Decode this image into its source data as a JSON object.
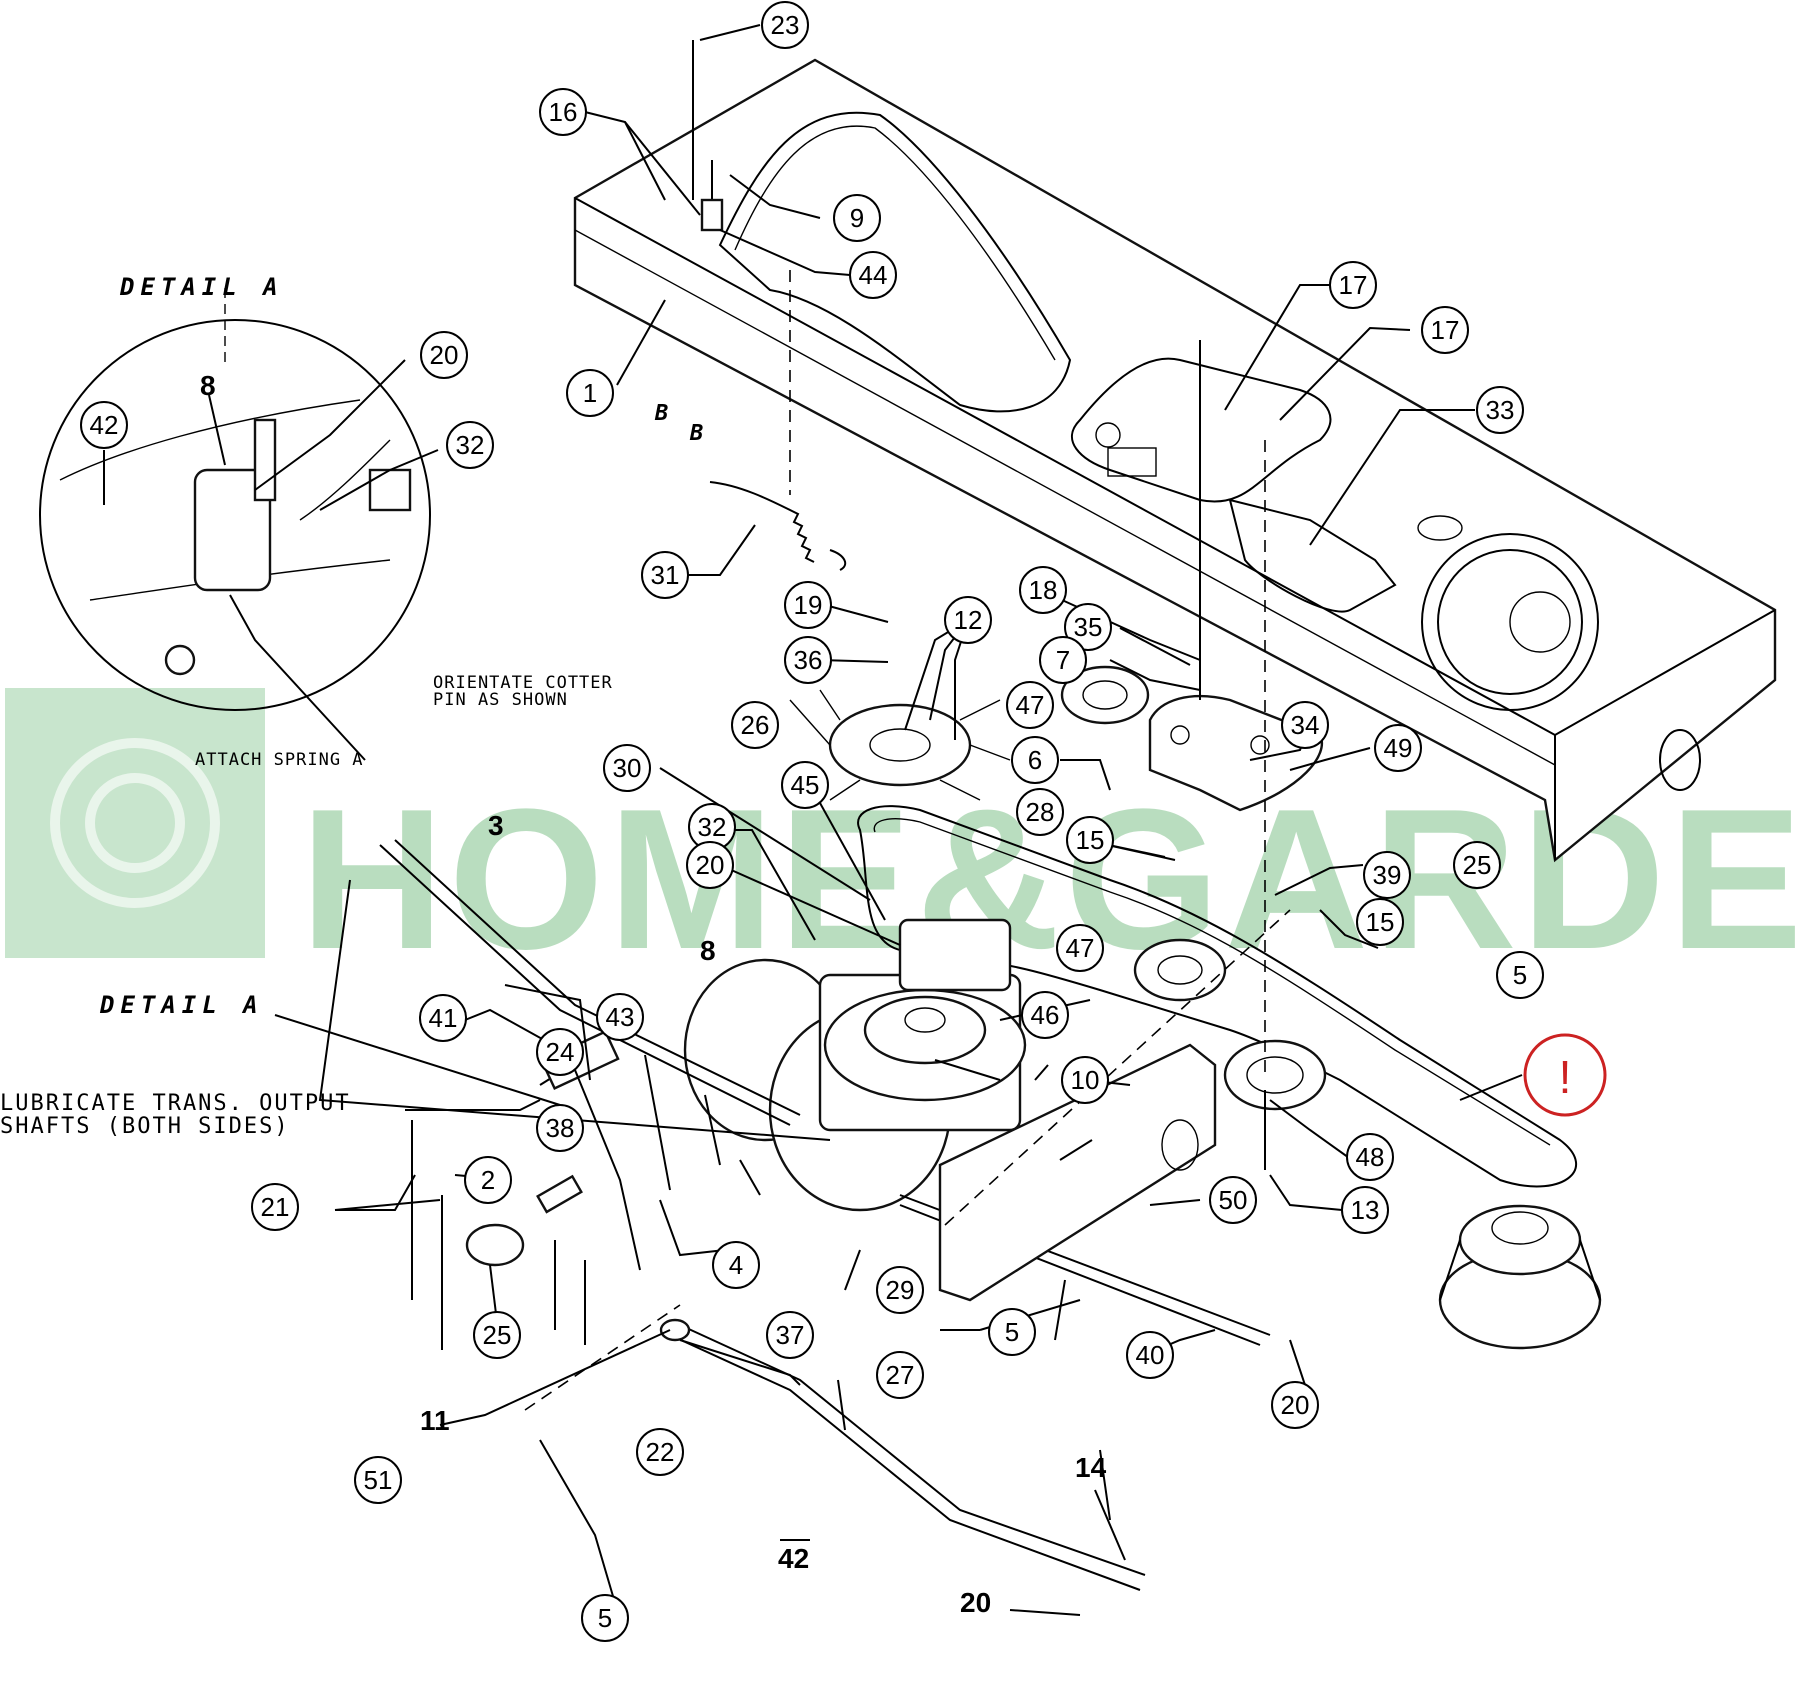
{
  "watermark": {
    "text": "HOME&GARDEN"
  },
  "notes": {
    "detail_a_top": "DETAIL A",
    "detail_a_main": "DETAIL A",
    "attach_spring": "ATTACH SPRING A",
    "orientate_line1": "ORIENTATE COTTER",
    "orientate_line2": "PIN AS SHOWN",
    "lubricate_line1": "LUBRICATE TRANS. OUTPUT",
    "lubricate_line2": "SHAFTS (BOTH SIDES)",
    "section_b1": "B",
    "section_b2": "B",
    "warning": "!"
  },
  "detail_balloons": [
    "20",
    "32",
    "42"
  ],
  "detail_plain": [
    "8"
  ],
  "balloons": [
    "23",
    "16",
    "9",
    "44",
    "1",
    "17",
    "17",
    "33",
    "31",
    "19",
    "36",
    "12",
    "18",
    "35",
    "7",
    "26",
    "47",
    "6",
    "34",
    "49",
    "30",
    "45",
    "32",
    "20",
    "28",
    "15",
    "39",
    "25",
    "15",
    "5",
    "47",
    "46",
    "10",
    "41",
    "43",
    "24",
    "38",
    "2",
    "21",
    "25",
    "48",
    "13",
    "50",
    "4",
    "29",
    "5",
    "37",
    "27",
    "40",
    "20",
    "22",
    "51",
    "5"
  ],
  "plain_numbers": [
    "3",
    "8",
    "11",
    "42",
    "14",
    "20"
  ],
  "colors": {
    "ink": "#000000",
    "watermark": "#3aa04a",
    "warning": "#cc2222"
  }
}
